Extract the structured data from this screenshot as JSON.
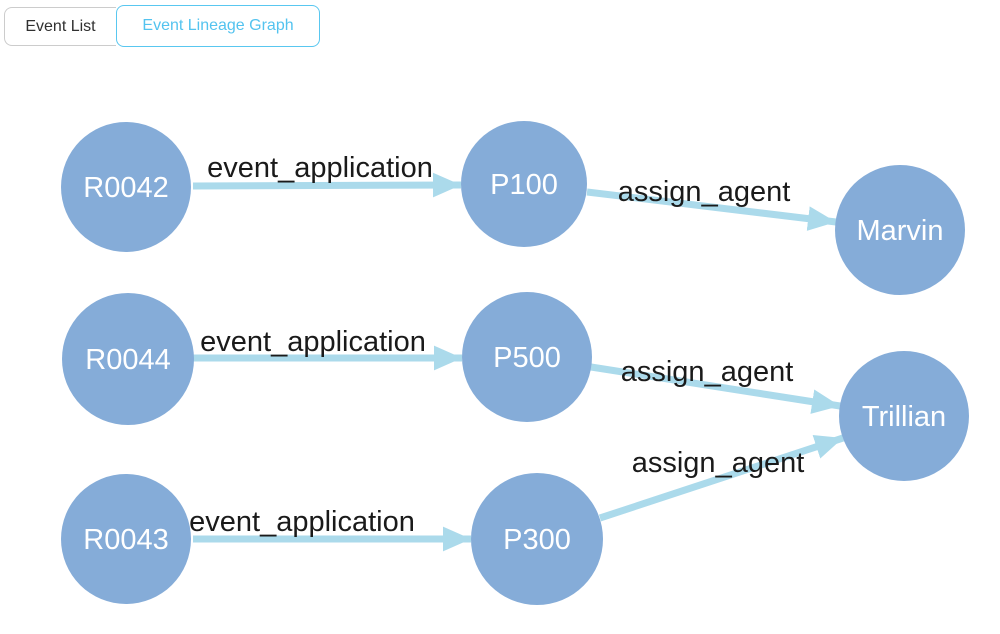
{
  "tabs": [
    {
      "label": "Event List",
      "active": false
    },
    {
      "label": "Event Lineage Graph",
      "active": true
    }
  ],
  "graph": {
    "nodes": [
      {
        "id": "R0042",
        "label": "R0042"
      },
      {
        "id": "P100",
        "label": "P100"
      },
      {
        "id": "Marvin",
        "label": "Marvin"
      },
      {
        "id": "R0044",
        "label": "R0044"
      },
      {
        "id": "P500",
        "label": "P500"
      },
      {
        "id": "Trillian",
        "label": "Trillian"
      },
      {
        "id": "R0043",
        "label": "R0043"
      },
      {
        "id": "P300",
        "label": "P300"
      }
    ],
    "edges": [
      {
        "from": "R0042",
        "to": "P100",
        "label": "event_application"
      },
      {
        "from": "P100",
        "to": "Marvin",
        "label": "assign_agent"
      },
      {
        "from": "R0044",
        "to": "P500",
        "label": "event_application"
      },
      {
        "from": "P500",
        "to": "Trillian",
        "label": "assign_agent"
      },
      {
        "from": "R0043",
        "to": "P300",
        "label": "event_application"
      },
      {
        "from": "P300",
        "to": "Trillian",
        "label": "assign_agent"
      }
    ]
  },
  "colors": {
    "node_fill": "#85acd8",
    "node_label": "#ffffff",
    "edge": "#abdaeb",
    "edge_label": "#1a1a1a",
    "tab_active_accent": "#53c3ef",
    "tab_inactive_border": "#cccccc",
    "tab_inactive_text": "#303030",
    "background": "#ffffff"
  }
}
